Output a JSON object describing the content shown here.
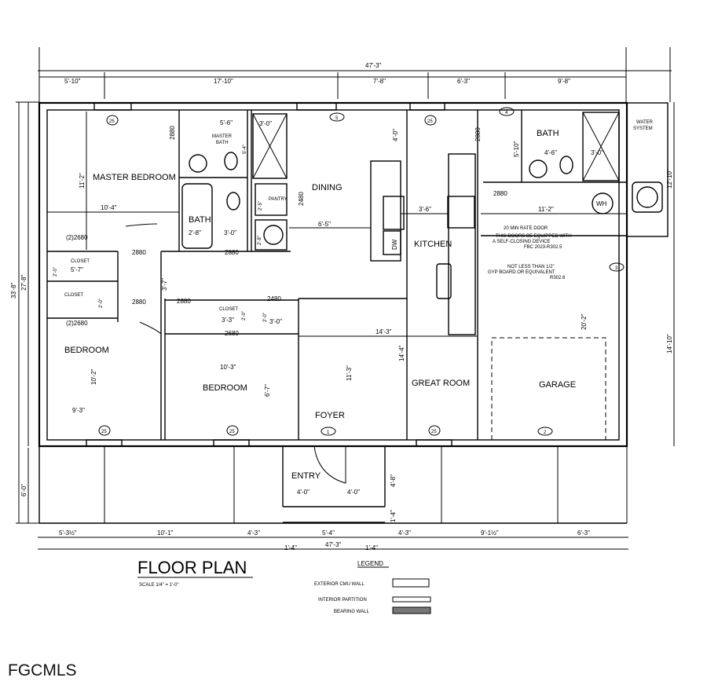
{
  "title": "FLOOR PLAN",
  "scale": "SCALE 1/4\" = 1'-0\"",
  "legend": {
    "heading": "LEGEND",
    "items": [
      "EXTERIOR CMU WALL",
      "INTERIOR PARTITION",
      "BEARING WALL"
    ]
  },
  "rooms": {
    "master_bedroom": "MASTER BEDROOM",
    "master_bath": "MASTER",
    "master_bath2": "BATH",
    "bath": "BATH",
    "pantry": "PANTRY",
    "dining": "DINING",
    "kitchen": "KITCHEN",
    "bath2": "BATH",
    "water_system": "WATER",
    "water_system2": "SYSTEM",
    "closet": "CLOSET",
    "bedroom": "BEDROOM",
    "foyer": "FOYER",
    "entry": "ENTRY",
    "great_room": "GREAT ROOM",
    "garage": "GARAGE",
    "wh": "WH",
    "dw": "DW"
  },
  "top_dims": {
    "overall": "47'-3\"",
    "segments": [
      "5'-10\"",
      "17'-10\"",
      "7'-8\"",
      "6'-3\"",
      "9'-8\""
    ]
  },
  "bottom_dims": {
    "overall": "47'-3\"",
    "segments": [
      "5'-3½\"",
      "10'-1\"",
      "4'-3\"",
      "5'-4\"",
      "4'-3\"",
      "9'-1½\"",
      "6'-3\""
    ],
    "returns": [
      "1'-4\"",
      "1'-4\""
    ]
  },
  "side_dims": {
    "total": "33'-8\"",
    "house": "27'-8\"",
    "porch": "6'-0\"",
    "right_upper": "12'-10\"",
    "right_lower": "14'-10\"",
    "entry_depth": "4'-8\"",
    "step": "1'-4\""
  },
  "room_dims": [
    "11'-2\"",
    "10'-4\"",
    "5'-6\"",
    "3'-0\"",
    "5'-4\"",
    "2'-8\"",
    "3'-0\"",
    "2'-5\"",
    "2'-8\"",
    "6'-5\"",
    "3'-7\"",
    "5'-7\"",
    "2'-0\"",
    "2'-0\"",
    "3'-3\"",
    "3'-0\"",
    "10'-2\"",
    "9'-3\"",
    "10'-3\"",
    "6'-7\"",
    "11'-3\"",
    "14'-3\"",
    "14'-4\"",
    "4'-0\"",
    "3'-6\"",
    "5'-10\"",
    "4'-6\"",
    "3'-0\"",
    "11'-2\"",
    "20'-2\"",
    "4'-0\"",
    "4'-0\"",
    "2'-0\"",
    "2'-0\""
  ],
  "doors": [
    "2880",
    "2880",
    "2880",
    "2880",
    "2880",
    "2880",
    "2680",
    "2680",
    "(2)2680",
    "(2)2680",
    "2480",
    "2480",
    "2880",
    "2880"
  ],
  "tags": [
    "25",
    "5",
    "25",
    "4",
    "25",
    "25",
    "25",
    "1",
    "2",
    "3"
  ],
  "notes": [
    "20 MIN RATE DOOR",
    "THIS DOORS BE EQUIPPED WITH",
    "A SELF-CLOSING DEVICE",
    "FBC 2023-R302.5",
    "NOT LESS THAN 1/2\"",
    "GYP BOARD OR EQUIVALENT",
    "R302.6"
  ],
  "watermark": "FGCMLS"
}
